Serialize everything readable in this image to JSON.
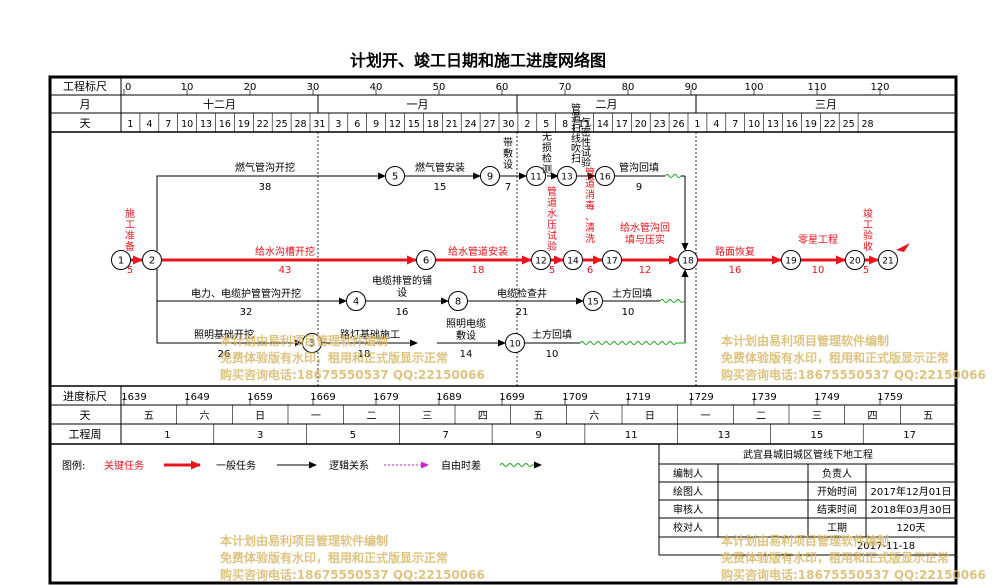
{
  "title": "计划开、竣工日期和施工进度网络图",
  "header": {
    "scale_label": "工程标尺",
    "scale_ticks": [
      "0",
      "10",
      "20",
      "30",
      "40",
      "50",
      "60",
      "70",
      "80",
      "90",
      "100",
      "110",
      "120"
    ],
    "month_label": "月",
    "months": [
      "十二月",
      "一月",
      "二月",
      "三月"
    ],
    "day_label": "天",
    "days": [
      "1",
      "4",
      "7",
      "10",
      "13",
      "16",
      "19",
      "22",
      "25",
      "28",
      "31",
      "3",
      "6",
      "9",
      "12",
      "15",
      "18",
      "21",
      "24",
      "27",
      "30",
      "2",
      "5",
      "8",
      "11",
      "14",
      "17",
      "20",
      "23",
      "26",
      "1",
      "4",
      "7",
      "10",
      "13",
      "16",
      "19",
      "22",
      "25",
      "28"
    ]
  },
  "tasks": {
    "gas_trench": {
      "name": "燃气管沟开挖",
      "dur": "38"
    },
    "gas_install": {
      "name": "燃气管安装",
      "dur": "15"
    },
    "t9_11": {
      "name": "带敷设",
      "dur": "7"
    },
    "t11_13": {
      "name": "无损检测"
    },
    "t13_16": {
      "name": "管道扫线吹扫",
      "name2": "气密性试验"
    },
    "t16_18": {
      "name": "管沟回填",
      "dur": "9"
    },
    "prep": {
      "name": "施工准备",
      "dur": "5"
    },
    "water_trench": {
      "name": "给水沟槽开挖",
      "dur": "43"
    },
    "water_install": {
      "name": "给水管道安装",
      "dur": "18"
    },
    "t12_14": {
      "name": "管道水压试验",
      "dur": "5"
    },
    "t14_17": {
      "name": "管道消毒、清洗",
      "dur": "6"
    },
    "t17_18": {
      "name": "给水管沟回填与压实",
      "dur": "12"
    },
    "road": {
      "name": "路面恢复",
      "dur": "16"
    },
    "misc": {
      "name": "零星工程",
      "dur": "10"
    },
    "finish": {
      "name": "竣工验收",
      "dur": "5"
    },
    "elec_trench": {
      "name": "电力、电缆护管管沟开挖",
      "dur": "32"
    },
    "elec_pipe": {
      "name": "电缆排管的铺设",
      "dur": "16"
    },
    "elec_well": {
      "name": "电缆检查井",
      "dur": "21"
    },
    "backfill15": {
      "name": "土方回填",
      "dur": "10"
    },
    "light_base": {
      "name": "照明基础开挖",
      "dur": "26"
    },
    "road_base": {
      "name": "路灯基础施工",
      "dur": "18"
    },
    "light_cable": {
      "name": "照明电缆敷设",
      "dur": "14"
    },
    "backfill10": {
      "name": "土方回填",
      "dur": "10"
    }
  },
  "footer": {
    "progress_label": "进度标尺",
    "progress_ticks": [
      "1639",
      "1649",
      "1659",
      "1669",
      "1679",
      "1689",
      "1699",
      "1709",
      "1719",
      "1729",
      "1739",
      "1749",
      "1759"
    ],
    "weekday_label": "天",
    "weekdays": [
      "五",
      "六",
      "日",
      "一",
      "二",
      "三",
      "四",
      "五",
      "六",
      "日",
      "一",
      "二",
      "三",
      "四",
      "五"
    ],
    "week_label": "工程周",
    "weeks": [
      "1",
      "3",
      "5",
      "7",
      "9",
      "11",
      "13",
      "15",
      "17"
    ]
  },
  "legend": {
    "label": "图例:",
    "critical": "关键任务",
    "normal": "一般任务",
    "logic": "逻辑关系",
    "free": "自由时差",
    "colors": {
      "critical": "#e8141c",
      "normal": "#000000",
      "logic": "#d21ee0",
      "free": "#16a816"
    }
  },
  "info": {
    "project": "武宜县城旧城区管线下地工程",
    "author_label": "编制人",
    "owner_label": "负责人",
    "drawer_label": "绘图人",
    "start_label": "开始时间",
    "start": "2017年12月01日",
    "reviewer_label": "审核人",
    "end_label": "结束时间",
    "end": "2018年03月30日",
    "checker_label": "校对人",
    "duration_label": "工期",
    "duration": "120天",
    "date": "2017-11-18"
  },
  "watermark": {
    "line1": "本计划由易利项目管理软件编制",
    "line2": "免费体验版有水印，租用和正式版显示正常",
    "line3": "购买咨询电话:18675550537 QQ:22150066"
  }
}
